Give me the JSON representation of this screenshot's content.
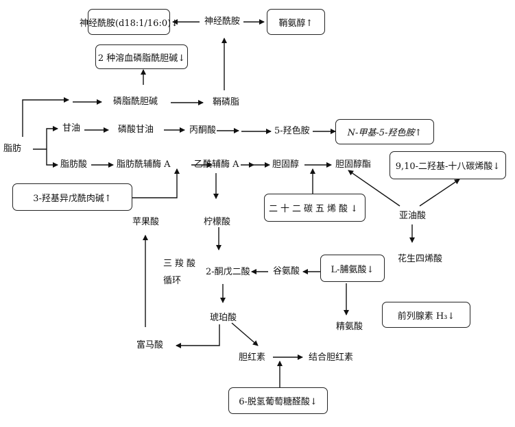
{
  "nodes": {
    "sphingomyelin_box": "神经酰胺(d18:1/16:0)↓",
    "ceramide": "神经酰胺",
    "sphingosine_box": "鞘氨醇↑",
    "lysopc_box": "2 种溶血磷脂酰胆碱↓",
    "phosphatidylcholine": "磷脂酰胆碱",
    "sphingophospholipid": "鞘磷脂",
    "glycerol": "甘油",
    "glycerophosphate": "磷酸甘油",
    "pyruvate": "丙酮酸",
    "serotonin": "5-羟色胺",
    "methylserotonin_box": "N-甲基-5-羟色胺↑",
    "fat": "脂肪",
    "fatty_acid": "脂肪酸",
    "fatty_acyl_coa": "脂肪酰辅酶 A",
    "acetyl_coa": "乙酰辅酶 A",
    "cholesterol": "胆固醇",
    "cholesteryl_ester": "胆固醇酯",
    "dihydroxy_box": "9,10-二羟基-十八碳烯酸↓",
    "hydroxyisovaleryl_box": "3-羟基异戊酰肉碱↑",
    "docosapentaenoic_box": "二十二碳五烯酸↓",
    "malate": "苹果酸",
    "citrate": "柠檬酸",
    "linoleic": "亚油酸",
    "arachidonic": "花生四烯酸",
    "tca_line1": "三羧酸",
    "tca_line2": "循环",
    "ketoglutarate": "2-酮戊二酸",
    "glutamate": "谷氨酸",
    "proline_box": "L-脯氨酸↓",
    "arginine": "精氨酸",
    "prostaglandin_box": "前列腺素 H₃↓",
    "succinate": "琥珀酸",
    "fumarate": "富马酸",
    "bilirubin": "胆红素",
    "conj_bilirubin": "结合胆红素",
    "gluconic_box": "6-脱氢葡萄糖醛酸↓"
  }
}
